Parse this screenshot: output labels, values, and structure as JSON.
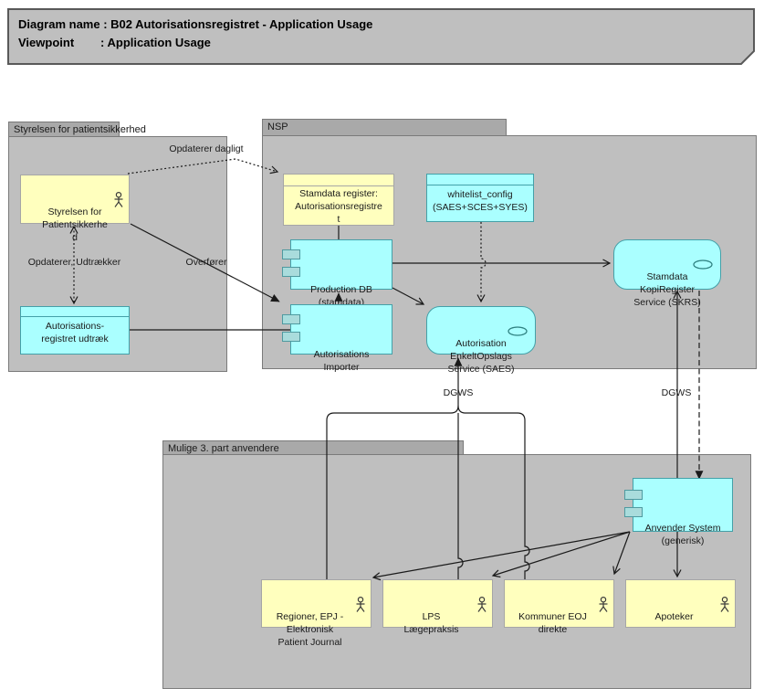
{
  "title": {
    "line1": "Diagram name : B02 Autorisationsregistret - Application Usage",
    "line2": "Viewpoint        : Application Usage"
  },
  "groups": {
    "styrelsen": {
      "label": "Styrelsen for patientsikkerhed"
    },
    "nsp": {
      "label": "NSP"
    },
    "anvendere": {
      "label": "Mulige 3. part anvendere"
    }
  },
  "nodes": {
    "styrelsen_actor": {
      "label": "Styrelsen for\nPatientsikkerhe\nd"
    },
    "udtraek": {
      "label": "Autorisations-\nregistret udtræk"
    },
    "stamdata_register": {
      "label": "Stamdata register:\nAutorisationsregistre\nt"
    },
    "whitelist": {
      "label": "whitelist_config\n(SAES+SCES+SYES)"
    },
    "proddb": {
      "label": "Production DB\n(stamdata)"
    },
    "importer": {
      "label": "Autorisations\nImporter"
    },
    "saes": {
      "label": "Autorisation\nEnkeltOpslags\nService (SAES)"
    },
    "skrs": {
      "label": "Stamdata\nKopiRegister\nService (SKRS)"
    },
    "anvender_system": {
      "label": "Anvender System\n(generisk)"
    },
    "regioner": {
      "label": "Regioner, EPJ -\nElektronisk\nPatient Journal"
    },
    "lps": {
      "label": "LPS\nLægepraksis"
    },
    "kommuner": {
      "label": "Kommuner EOJ\ndirekte"
    },
    "apoteker": {
      "label": "Apoteker"
    }
  },
  "edge_labels": {
    "opdaterer_dagligt": "Opdaterer dagligt",
    "opdaterer_udtraekker": "Opdaterer, Udtrækker",
    "overfoerer": "Overfører",
    "dgws_left": "DGWS",
    "dgws_right": "DGWS"
  },
  "colors": {
    "group_fill": "#bfbfbf",
    "group_tab_fill": "#a9a9a9",
    "group_border": "#7a7a7a",
    "actor_fill": "#ffffbe",
    "actor_border": "#a6a6a6",
    "app_fill": "#aaffff",
    "app_border": "#44a0a8",
    "component_tab_fill": "#a9dcdc",
    "edge_color": "#1a1a1a",
    "title_fill": "#bfbfbf",
    "title_border": "#595959"
  }
}
